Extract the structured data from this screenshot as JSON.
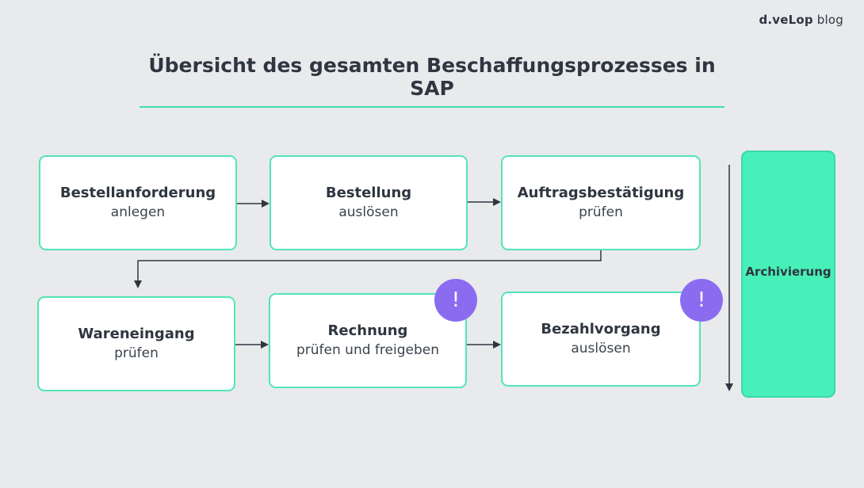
{
  "brand": {
    "logo": "d.veLop",
    "suffix": "blog"
  },
  "title": "Übersicht des gesamten Beschaffungsprozesses in SAP",
  "steps": [
    {
      "main": "Bestellanforderung",
      "sub": "anlegen"
    },
    {
      "main": "Bestellung",
      "sub": "auslösen"
    },
    {
      "main": "Auftragsbestätigung",
      "sub": "prüfen"
    },
    {
      "main": "Wareneingang",
      "sub": "prüfen"
    },
    {
      "main": "Rechnung",
      "sub": "prüfen und freigeben",
      "badge": "!"
    },
    {
      "main": "Bezahlvorgang",
      "sub": "auslösen",
      "badge": "!"
    }
  ],
  "archive": {
    "label": "Archivierung"
  },
  "colors": {
    "background": "#e9eaec",
    "accent": "#47f0b9",
    "border": "#52e5b8",
    "badge": "#8b6cf0",
    "text": "#2f3640",
    "connector": "#2f3640"
  }
}
